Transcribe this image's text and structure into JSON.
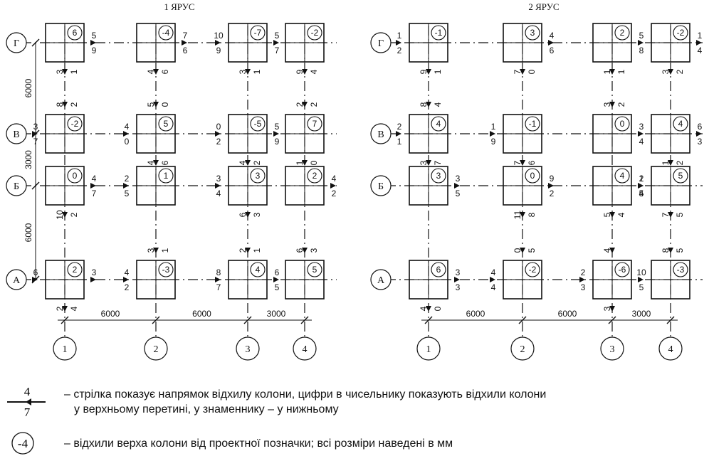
{
  "tiers": [
    {
      "title": "1 ЯРУС",
      "row_labels": [
        "Г",
        "В",
        "Б",
        "А"
      ],
      "col_labels": [
        "1",
        "2",
        "3",
        "4"
      ],
      "spans_y": [
        "6000",
        "3000",
        "6000"
      ],
      "spans_x": [
        "6000",
        "6000",
        "3000"
      ],
      "columns": [
        {
          "row": 0,
          "col": 0,
          "badge": "6",
          "right": "5/9",
          "top": "",
          "bottom": "3 1",
          "left": ""
        },
        {
          "row": 0,
          "col": 1,
          "badge": "-4",
          "right": "7/6",
          "top": "",
          "bottom": "4 6",
          "left": ""
        },
        {
          "row": 0,
          "col": 2,
          "badge": "-7",
          "right": "5/7",
          "top": "",
          "bottom": "3 1",
          "left": "10/9"
        },
        {
          "row": 0,
          "col": 3,
          "badge": "-2",
          "right": "",
          "top": "",
          "bottom": "9 4",
          "left": ""
        },
        {
          "row": 1,
          "col": 0,
          "badge": "-2",
          "right": "",
          "top": "8 2",
          "bottom": "",
          "left": "3/7"
        },
        {
          "row": 1,
          "col": 1,
          "badge": "5",
          "right": "",
          "top": "5 0",
          "bottom": "4 6",
          "left": "4/0"
        },
        {
          "row": 1,
          "col": 2,
          "badge": "-5",
          "right": "5/9",
          "top": "",
          "bottom": "4 2",
          "left": "0/2"
        },
        {
          "row": 1,
          "col": 3,
          "badge": "7",
          "right": "",
          "top": "2 2",
          "bottom": "1 0",
          "left": ""
        },
        {
          "row": 2,
          "col": 0,
          "badge": "0",
          "right": "4/7",
          "top": "",
          "bottom": "10 2",
          "left": ""
        },
        {
          "row": 2,
          "col": 1,
          "badge": "1",
          "right": "",
          "top": "",
          "bottom": "",
          "left": "2/5"
        },
        {
          "row": 2,
          "col": 2,
          "badge": "3",
          "right": "",
          "top": "",
          "bottom": "6 3",
          "left": "3/4"
        },
        {
          "row": 2,
          "col": 3,
          "badge": "2",
          "right": "4/2",
          "top": "",
          "bottom": "",
          "left": ""
        },
        {
          "row": 3,
          "col": 0,
          "badge": "2",
          "right": "3",
          "top": "",
          "bottom": "2 4",
          "left": "6"
        },
        {
          "row": 3,
          "col": 1,
          "badge": "-3",
          "right": "",
          "top": "3 1",
          "bottom": "",
          "left": "4/2"
        },
        {
          "row": 3,
          "col": 2,
          "badge": "4",
          "right": "6/5",
          "top": "2 1",
          "bottom": "",
          "left": "8/7"
        },
        {
          "row": 3,
          "col": 3,
          "badge": "5",
          "right": "",
          "top": "6 3",
          "bottom": "",
          "left": ""
        }
      ]
    },
    {
      "title": "2 ЯРУС",
      "row_labels": [
        "Г",
        "В",
        "Б",
        "А"
      ],
      "col_labels": [
        "1",
        "2",
        "3",
        "4"
      ],
      "spans_y": [],
      "spans_x": [
        "6000",
        "6000",
        "3000"
      ],
      "columns": [
        {
          "row": 0,
          "col": 0,
          "badge": "-1",
          "right": "",
          "top": "",
          "bottom": "9 1",
          "left": "1/2"
        },
        {
          "row": 0,
          "col": 1,
          "badge": "3",
          "right": "4/6",
          "top": "",
          "bottom": "7 0",
          "left": ""
        },
        {
          "row": 0,
          "col": 2,
          "badge": "2",
          "right": "5/8",
          "top": "",
          "bottom": "1 1",
          "left": ""
        },
        {
          "row": 0,
          "col": 3,
          "badge": "-2",
          "right": "1/4",
          "top": "",
          "bottom": "3 2",
          "left": ""
        },
        {
          "row": 1,
          "col": 0,
          "badge": "4",
          "right": "",
          "top": "8 4",
          "bottom": "3 7",
          "left": "2/1"
        },
        {
          "row": 1,
          "col": 1,
          "badge": "-1",
          "right": "",
          "top": "",
          "bottom": "7 6",
          "left": "1/9"
        },
        {
          "row": 1,
          "col": 2,
          "badge": "0",
          "right": "3/4",
          "top": "3 2",
          "bottom": "",
          "left": ""
        },
        {
          "row": 1,
          "col": 3,
          "badge": "4",
          "right": "6/3",
          "top": "",
          "bottom": "1 2",
          "left": ""
        },
        {
          "row": 2,
          "col": 0,
          "badge": "3",
          "right": "3/5",
          "top": "",
          "bottom": "",
          "left": ""
        },
        {
          "row": 2,
          "col": 1,
          "badge": "0",
          "right": "9/2",
          "top": "",
          "bottom": "11 8",
          "left": ""
        },
        {
          "row": 2,
          "col": 2,
          "badge": "4",
          "right": "1/5",
          "top": "",
          "bottom": "5 4",
          "left": ""
        },
        {
          "row": 2,
          "col": 3,
          "badge": "5",
          "right": "",
          "top": "",
          "bottom": "7 5",
          "left": "2/4"
        },
        {
          "row": 3,
          "col": 0,
          "badge": "6",
          "right": "3/3",
          "top": "",
          "bottom": "4 0",
          "left": ""
        },
        {
          "row": 3,
          "col": 1,
          "badge": "-2",
          "right": "",
          "top": "0 5",
          "bottom": "",
          "left": "4/4"
        },
        {
          "row": 3,
          "col": 2,
          "badge": "-6",
          "right": "10/5",
          "top": "4",
          "bottom": "3",
          "left": "2/3"
        },
        {
          "row": 3,
          "col": 3,
          "badge": "-3",
          "right": "",
          "top": "8 5",
          "bottom": "",
          "left": ""
        }
      ]
    }
  ],
  "legend": {
    "arrow_numerator": "4",
    "arrow_denominator": "7",
    "arrow_line1": "– стрілка показує напрямок відхилу колони, цифри в чисельнику показують відхили колони",
    "arrow_line2": "у верхньому перетині, у знаменнику – у нижньому",
    "badge_sample": "-4",
    "badge_text": "– відхили верха колони від проектної позначки; всі розміри наведені в мм"
  }
}
